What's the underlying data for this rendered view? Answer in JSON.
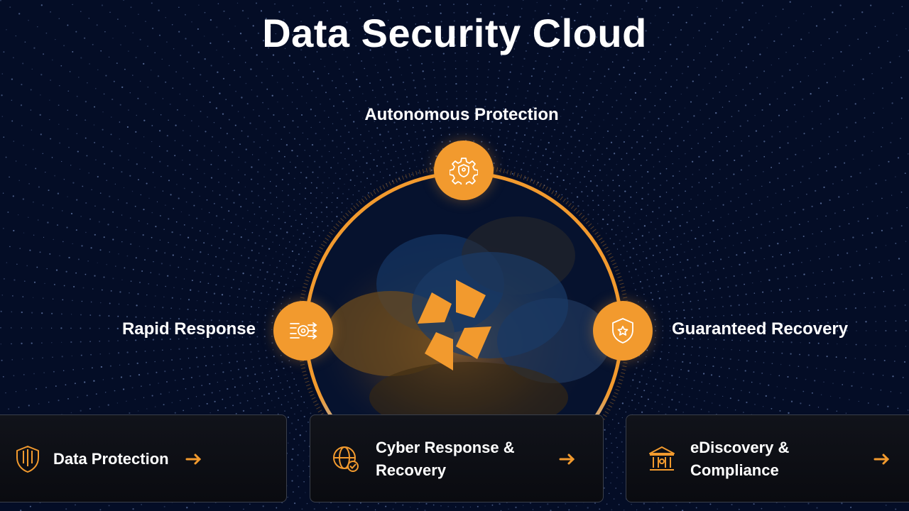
{
  "title": "Data Security Cloud",
  "nodes": {
    "top": {
      "label": "Autonomous Protection",
      "icon": "gear-shield-icon"
    },
    "left": {
      "label": "Rapid Response",
      "icon": "gear-arrows-icon"
    },
    "right": {
      "label": "Guaranteed Recovery",
      "icon": "shield-star-icon"
    }
  },
  "center": {
    "icon": "brand-pinwheel-logo"
  },
  "cards": [
    {
      "label": "Data Protection",
      "icon": "shield-outline-icon",
      "arrow": "arrow-right-icon"
    },
    {
      "label": "Cyber Response & Recovery",
      "icon": "globe-check-icon",
      "arrow": "arrow-right-icon"
    },
    {
      "label": "eDiscovery & Compliance",
      "icon": "courthouse-icon",
      "arrow": "arrow-right-icon"
    }
  ],
  "colors": {
    "accent": "#f29a2e",
    "background": "#040d26",
    "card": "#0e1016",
    "text": "#ffffff"
  }
}
